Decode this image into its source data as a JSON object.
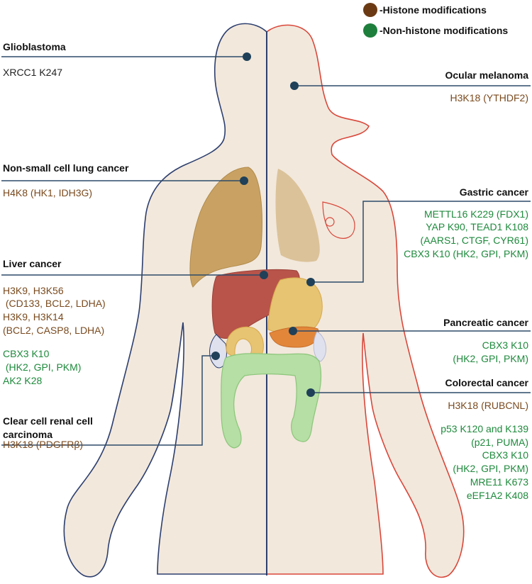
{
  "legend": {
    "histone_label": "-Histone modifications",
    "histone_color": "#6b3a14",
    "nonhistone_label": "-Non-histone modifications",
    "nonhistone_color": "#1e7f3c"
  },
  "colors": {
    "body_fill": "#f2e8dc",
    "male_outline": "#2d3f6e",
    "female_outline": "#d9473a",
    "lung": "#c9a263",
    "liver": "#b8544a",
    "stomach": "#e6c472",
    "pancreas": "#e2873a",
    "kidney": "#dfe1ee",
    "colon": "#b5dfa4",
    "connector": "#2d4a6a",
    "histone_text": "#7a4a1e",
    "nonhistone_text": "#1e8a3c"
  },
  "cancers": {
    "glioblastoma": {
      "title": "Glioblastoma",
      "items": [
        "XRCC1 K247"
      ]
    },
    "ocular_melanoma": {
      "title": "Ocular melanoma",
      "items": [
        "H3K18 (YTHDF2)"
      ]
    },
    "nsclc": {
      "title": "Non-small cell lung cancer",
      "items": [
        "H4K8 (HK1, IDH3G)"
      ]
    },
    "gastric": {
      "title": "Gastric cancer",
      "items": [
        "METTL16 K229 (FDX1)",
        "YAP K90, TEAD1 K108",
        "(AARS1, CTGF, CYR61)",
        "CBX3 K10 (HK2, GPI, PKM)"
      ]
    },
    "liver": {
      "title": "Liver cancer",
      "histone": [
        "H3K9, H3K56",
        " (CD133, BCL2, LDHA)",
        "H3K9, H3K14",
        "(BCL2, CASP8, LDHA)"
      ],
      "nonhistone": [
        "CBX3 K10",
        " (HK2, GPI, PKM)",
        "AK2 K28"
      ]
    },
    "pancreatic": {
      "title": "Pancreatic cancer",
      "items": [
        "CBX3 K10",
        "(HK2, GPI, PKM)"
      ]
    },
    "colorectal": {
      "title": "Colorectal cancer",
      "histone": [
        "H3K18 (RUBCNL)"
      ],
      "nonhistone": [
        "p53 K120 and K139",
        "(p21, PUMA)",
        "CBX3 K10",
        "(HK2, GPI, PKM)",
        "MRE11 K673",
        "eEF1A2 K408"
      ]
    },
    "ccrcc": {
      "title_line1": "Clear cell renal cell",
      "title_line2": "carcinoma",
      "items": [
        "H3K18 (PDGFRβ)"
      ]
    }
  }
}
